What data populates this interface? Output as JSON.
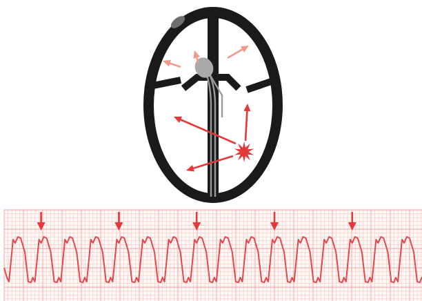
{
  "diagram": {
    "subject": "heart-ventricle-schematic-with-pacing-lead",
    "ventricle": {
      "wall_color": "#1a1a1a",
      "cavity_color": "#ffffff",
      "highlight_color": "#6e6e6e"
    },
    "lead": {
      "wire_color": "#9a9a9a",
      "tip_color": "#a9a9a9"
    },
    "focus": {
      "shape": "burst-icon",
      "color": "#e23a3a"
    },
    "arrow_colors": {
      "strong": "#e23a3a",
      "faded": "#ef9a8a"
    },
    "arrows": [
      {
        "from": "focus",
        "direction": "upper-left",
        "color": "strong"
      },
      {
        "from": "focus",
        "direction": "up",
        "color": "strong"
      },
      {
        "from": "focus",
        "direction": "lower-left",
        "color": "strong"
      },
      {
        "from": "lead-tip",
        "direction": "up",
        "color": "faded"
      },
      {
        "from": "lead-tip",
        "direction": "left",
        "color": "faded"
      },
      {
        "from": "lead-tip",
        "direction": "upper-right",
        "color": "faded"
      }
    ]
  },
  "ecg": {
    "rhythm": "regular-wide-complex-tachycardia",
    "complexes_visible": 17,
    "marked_complexes": [
      2,
      5,
      8,
      11,
      14
    ],
    "marker_color": "#e23a3a",
    "trace_color": "#e0484c",
    "grid": {
      "minor_color": "#f7c6c0",
      "major_color": "#f0a49c",
      "background": "#fff8f7"
    }
  }
}
